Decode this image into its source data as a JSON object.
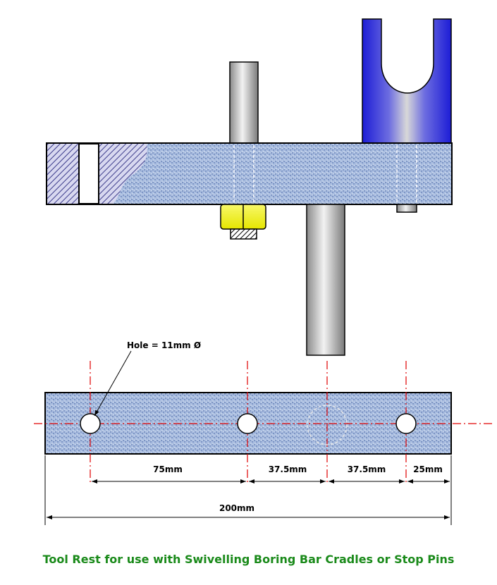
{
  "hole_label": "Hole = 11mm Ø",
  "dimensions": {
    "d1": "75mm",
    "d2": "37.5mm",
    "d3": "37.5mm",
    "d4": "25mm",
    "overall": "200mm"
  },
  "caption": "Tool Rest for use with Swivelling Boring Bar Cradles or Stop Pins",
  "colors": {
    "rest_body": "#9fb3d6",
    "cradle": "#1f1fd0",
    "nut": "#f2f21a",
    "centerline": "#e00000",
    "caption": "#1a8a1a"
  }
}
